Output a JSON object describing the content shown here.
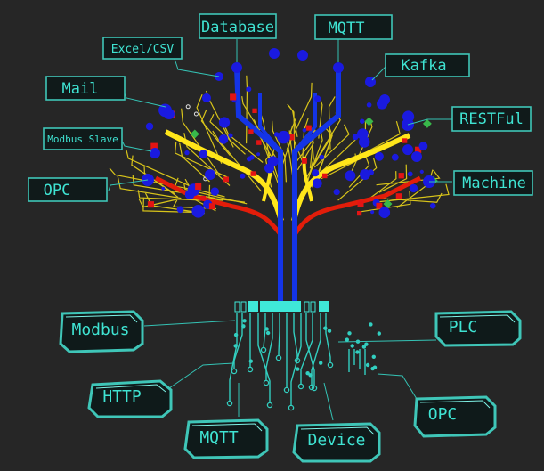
{
  "colors": {
    "background": "#262626",
    "accent": "#3fe3d2",
    "trunk_blue": "#1434e6",
    "branch_yellow": "#ffe61a",
    "branch_red": "#e21d0a",
    "node_blue": "#1a1ae0",
    "node_red": "#e31414",
    "node_green": "#38b84a",
    "circuit": "#32cfc0"
  },
  "outputs": {
    "database": "Database",
    "mqtt": "MQTT",
    "excel_csv": "Excel/CSV",
    "kafka": "Kafka",
    "mail": "Mail",
    "restful": "RESTFul",
    "modbus_slave": "Modbus Slave",
    "machine": "Machine",
    "opc": "OPC"
  },
  "inputs": {
    "modbus": "Modbus",
    "plc": "PLC",
    "http": "HTTP",
    "opc": "OPC",
    "mqtt": "MQTT",
    "device": "Device"
  }
}
